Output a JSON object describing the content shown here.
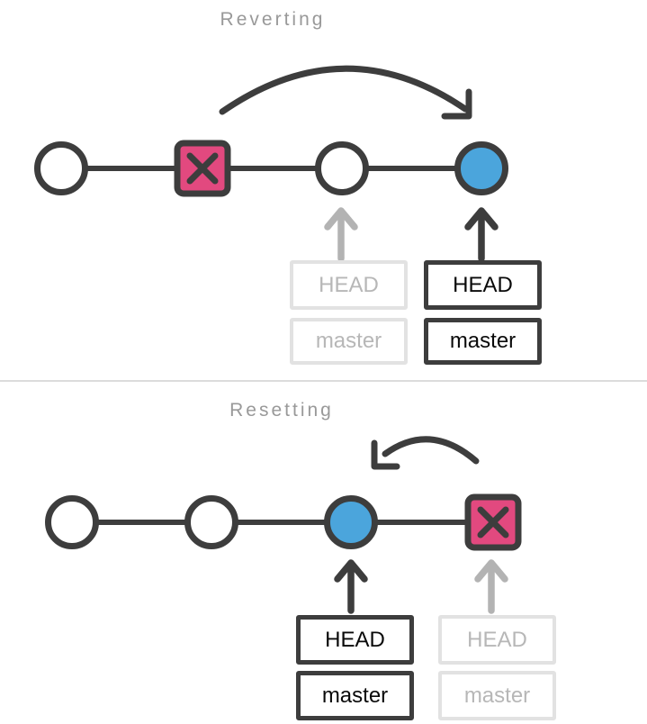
{
  "colors": {
    "stroke_dark": "#3d3d3d",
    "bad_commit_fill": "#e2497f",
    "highlight_commit_fill": "#4ba5dc",
    "ghost_gray": "#b3b3b3",
    "ghost_border": "#e2e2e2",
    "title_gray": "#999999",
    "divider": "#dcdcdc",
    "background": "#ffffff"
  },
  "sections": [
    {
      "title": "Reverting",
      "commits": [
        "commit",
        "bad-commit-x",
        "commit",
        "revert-commit-highlighted"
      ],
      "curve_direction": "left-to-right",
      "ghost_pointer": {
        "head": "HEAD",
        "branch": "master"
      },
      "active_pointer": {
        "head": "HEAD",
        "branch": "master"
      }
    },
    {
      "title": "Resetting",
      "commits": [
        "commit",
        "commit",
        "reset-target-highlighted",
        "bad-commit-x"
      ],
      "curve_direction": "right-to-left",
      "ghost_pointer": {
        "head": "HEAD",
        "branch": "master"
      },
      "active_pointer": {
        "head": "HEAD",
        "branch": "master"
      }
    }
  ]
}
